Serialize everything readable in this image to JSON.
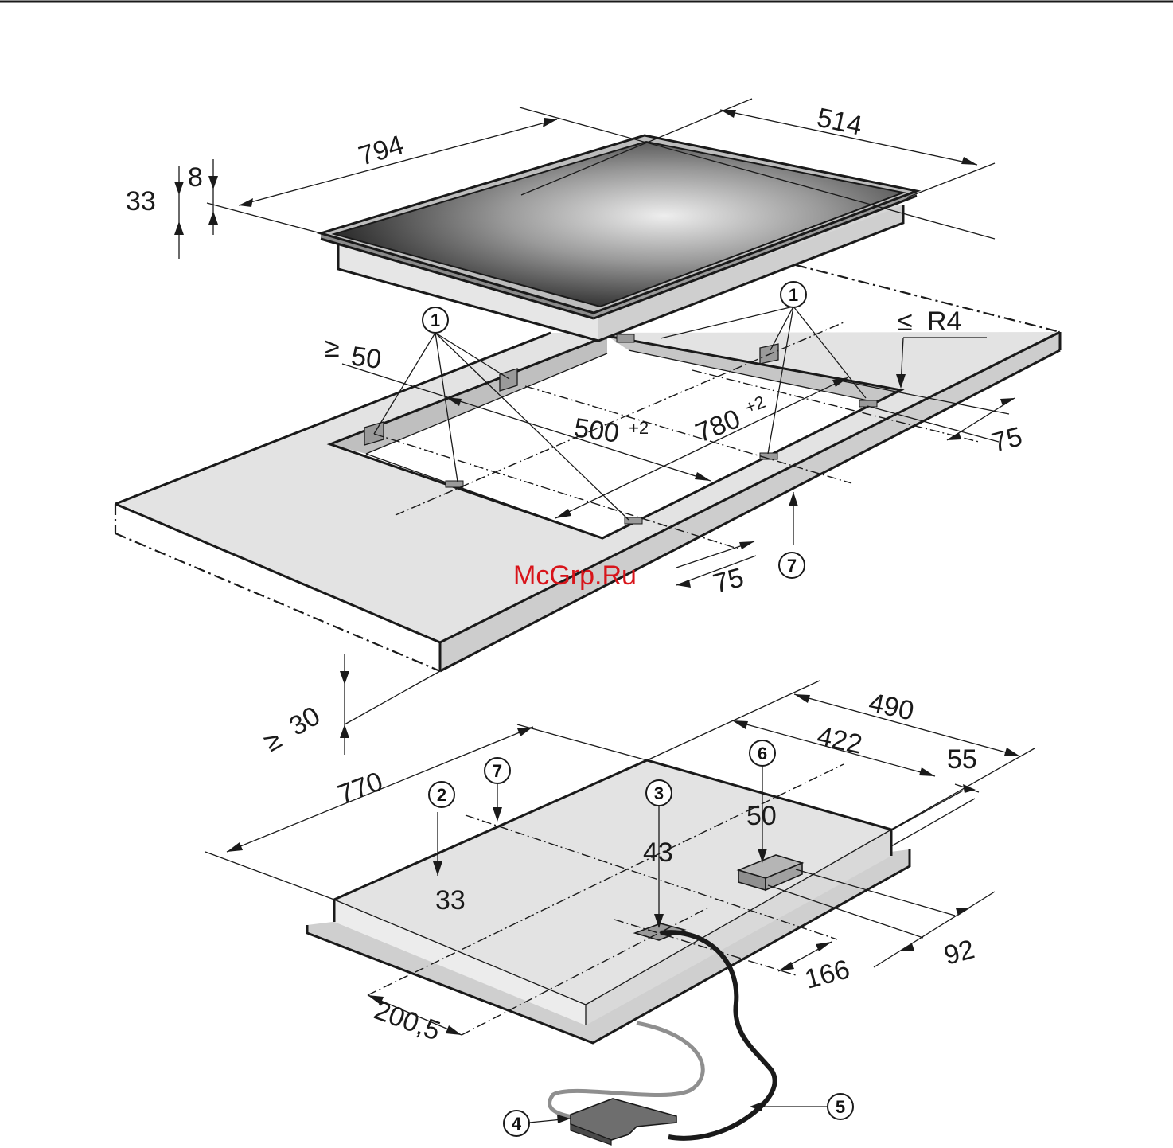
{
  "hob_dimensions": {
    "width": "794",
    "depth": "514",
    "total_height": "33",
    "glass_height": "8"
  },
  "cutout_dimensions": {
    "min_front_distance": "50",
    "cutout_depth": "500",
    "cutout_depth_tolerance": "+2",
    "cutout_width": "780",
    "cutout_width_tolerance": "+2",
    "clip_offset_right": "75",
    "clip_offset_front": "75",
    "corner_radius": "R4",
    "min_worktop_thickness": "30"
  },
  "underside_dimensions": {
    "body_width": "770",
    "body_depth": "490",
    "inner_depth": "422",
    "edge_offset": "55",
    "connection_height": "43",
    "body_height": "33",
    "box_height": "50",
    "box_offset": "92",
    "connection_offset": "166",
    "cable_offset": "200,5"
  },
  "symbols": {
    "less_equal": "≤",
    "greater_equal": "≥"
  },
  "callouts": {
    "clip": "1",
    "underside": "2",
    "connection": "3",
    "terminal_box": "4",
    "cable": "5",
    "module": "6",
    "worktop_edge": "7"
  },
  "watermark": "McGrp.Ru"
}
